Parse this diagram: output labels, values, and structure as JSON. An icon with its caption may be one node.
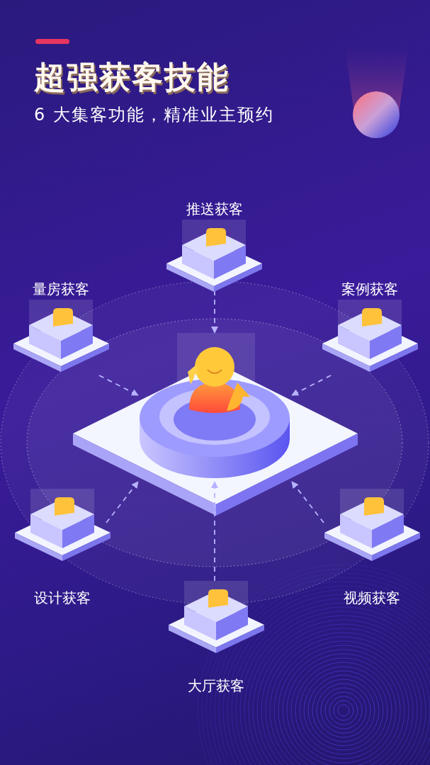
{
  "diagram": {
    "title": "超强获客技能",
    "caption": "6 大集客功能，精准业主预约",
    "nodes": [
      {
        "text": [
          "推送获客"
        ]
      },
      {
        "text": [
          "量房获客"
        ]
      },
      {
        "text": [
          "案例获客"
        ]
      },
      {
        "text": [],
        "shape": "picture"
      },
      {
        "text": [
          "设计获客"
        ]
      },
      {
        "text": [
          "视频获客"
        ]
      },
      {
        "text": [
          "大厅获客"
        ]
      }
    ],
    "edges": [
      {
        "from": 0,
        "to": 3,
        "arrow": "to",
        "style": "dashed"
      },
      {
        "from": 1,
        "to": 3,
        "arrow": "to",
        "style": "dashed"
      },
      {
        "from": 2,
        "to": 3,
        "arrow": "to",
        "style": "dashed"
      },
      {
        "from": 4,
        "to": 3,
        "arrow": "to",
        "style": "dashed"
      },
      {
        "from": 5,
        "to": 3,
        "arrow": "to",
        "style": "dashed"
      },
      {
        "from": 6,
        "to": 3,
        "arrow": "to",
        "style": "dashed"
      }
    ]
  }
}
